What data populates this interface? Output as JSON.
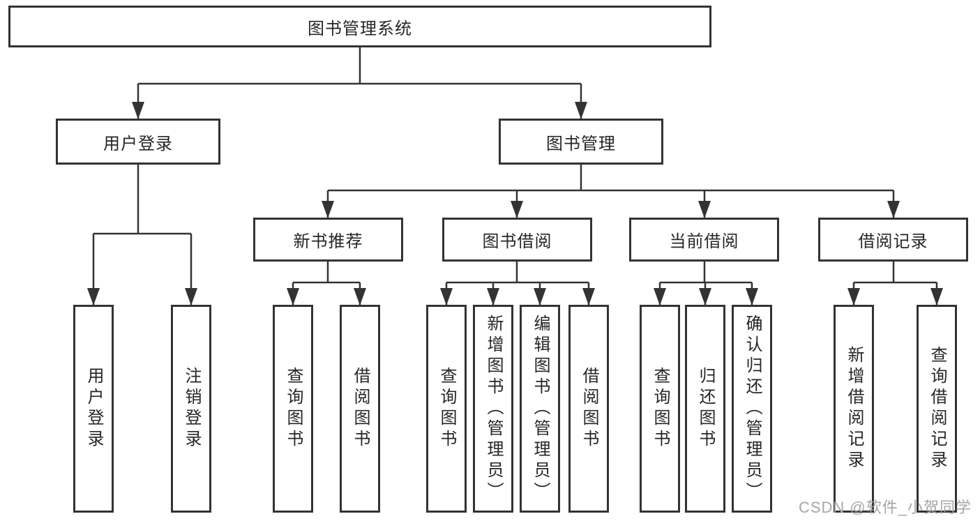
{
  "diagram": {
    "root": {
      "label": "图书管理系统"
    },
    "level2": [
      {
        "label": "用户登录"
      },
      {
        "label": "图书管理"
      }
    ],
    "level3": [
      {
        "label": "新书推荐"
      },
      {
        "label": "图书借阅"
      },
      {
        "label": "当前借阅"
      },
      {
        "label": "借阅记录"
      }
    ],
    "leaves": [
      {
        "label": "用户登录"
      },
      {
        "label": "注销登录"
      },
      {
        "label": "查询图书"
      },
      {
        "label": "借阅图书"
      },
      {
        "label": "查询图书"
      },
      {
        "label": "新增图书（管理员）"
      },
      {
        "label": "编辑图书（管理员）"
      },
      {
        "label": "借阅图书"
      },
      {
        "label": "查询图书"
      },
      {
        "label": "归还图书"
      },
      {
        "label": "确认归还（管理员）"
      },
      {
        "label": "新增借阅记录"
      },
      {
        "label": "查询借阅记录"
      }
    ]
  },
  "watermark": {
    "text": "CSDN @软件_小贺同学"
  },
  "colors": {
    "line": "#333333",
    "box_border": "#333333",
    "box_fill": "#ffffff",
    "text": "#262626",
    "watermark": "#a6a6a6",
    "background": "#ffffff"
  }
}
